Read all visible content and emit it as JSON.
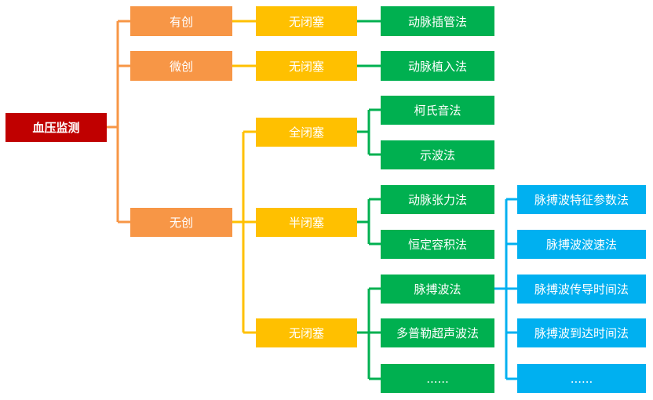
{
  "colors": {
    "root": "#c00000",
    "level1": "#f79646",
    "level2": "#ffc000",
    "level3": "#00b050",
    "level4": "#00b0f0"
  },
  "tree": {
    "root": "血压监测",
    "level1": {
      "invasive": "有创",
      "minimal": "微创",
      "noninvasive": "无创"
    },
    "level2": {
      "invasive_occl": "无闭塞",
      "minimal_occl": "无闭塞",
      "full_occl": "全闭塞",
      "semi_occl": "半闭塞",
      "no_occl": "无闭塞"
    },
    "level3": {
      "catheter": "动脉插管法",
      "implant": "动脉植入法",
      "korotkoff": "柯氏音法",
      "oscillometric": "示波法",
      "tonometry": "动脉张力法",
      "vol_clamp": "恒定容积法",
      "pulse_wave": "脉搏波法",
      "doppler": "多普勒超声波法",
      "more": "......"
    },
    "level4": {
      "feature": "脉搏波特征参数法",
      "velocity": "脉搏波波速法",
      "ptt": "脉搏波传导时间法",
      "pat": "脉搏波到达时间法",
      "more": "......"
    }
  }
}
